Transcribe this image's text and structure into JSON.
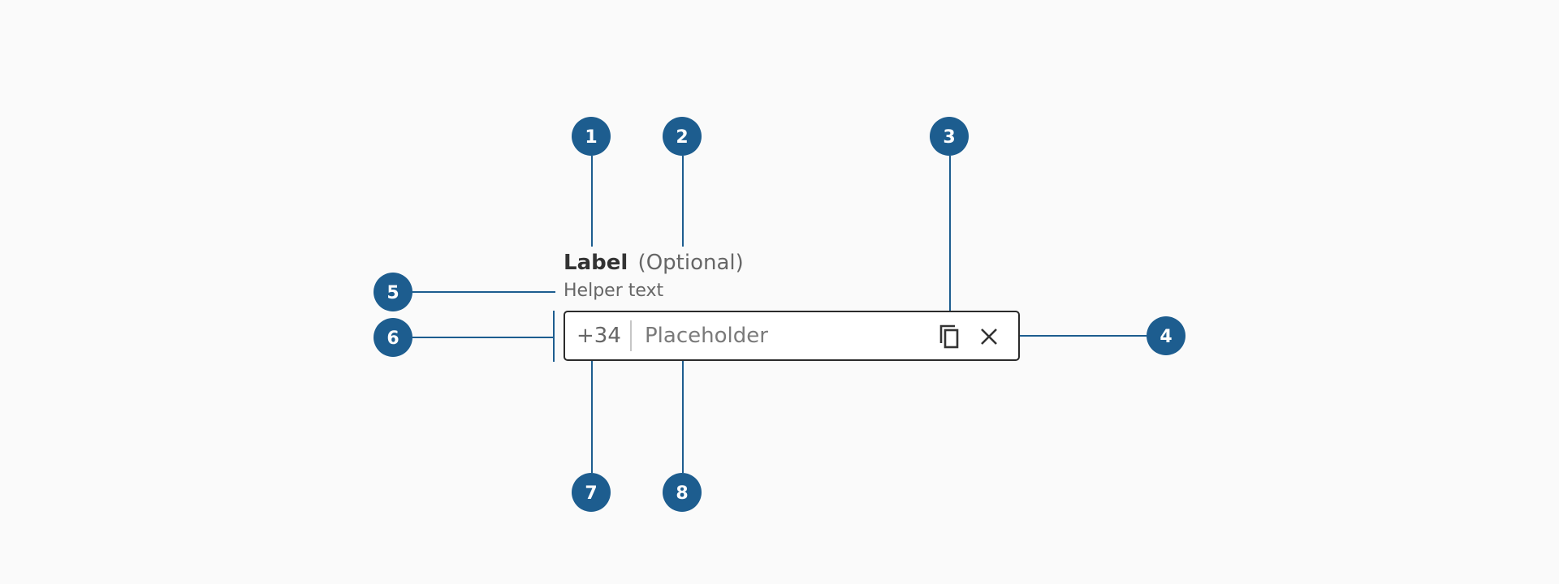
{
  "field": {
    "label": "Label",
    "optional": "(Optional)",
    "helper": "Helper text",
    "prefix": "+34",
    "placeholder": "Placeholder"
  },
  "markers": [
    "1",
    "2",
    "3",
    "4",
    "5",
    "6",
    "7",
    "8"
  ],
  "icons": {
    "copy": "copy-icon",
    "clear": "close-icon"
  },
  "colors": {
    "marker": "#1d5d8f",
    "leader": "#1d5d8f",
    "background": "#fafafa",
    "input_border": "#2b2b2b"
  }
}
